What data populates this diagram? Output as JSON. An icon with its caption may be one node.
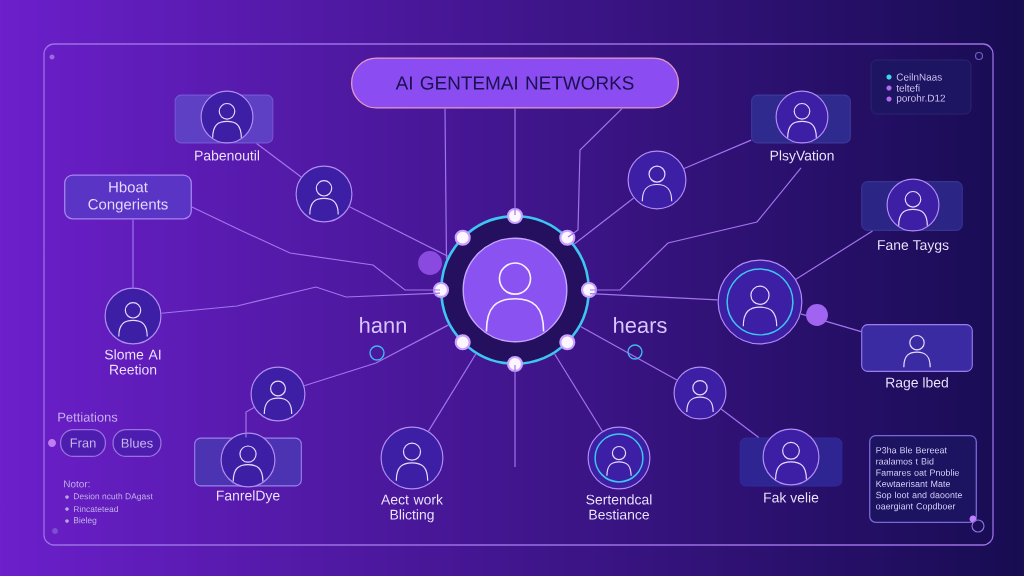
{
  "diagram": {
    "nodes": [
      {
        "text": [
          "AI GENTEMAI NETWORKS"
        ]
      },
      {
        "text": [
          "Pabenoutil"
        ]
      },
      {
        "text": [
          "PlsyVation"
        ]
      },
      {
        "text": [
          "Hboat Congerients"
        ]
      },
      {
        "text": [],
        "shape": "circle"
      },
      {
        "text": [],
        "shape": "circle"
      },
      {
        "text": [
          "Fane Taygs"
        ]
      },
      {
        "text": [],
        "shape": "circle"
      },
      {
        "text": [
          "Slome AI Reetion"
        ]
      },
      {
        "text": [],
        "shape": "circle"
      },
      {
        "text": [
          "Rage lbed"
        ]
      },
      {
        "text": [],
        "shape": "circle"
      },
      {
        "text": [],
        "shape": "circle"
      },
      {
        "text": [
          "FanrelDye"
        ]
      },
      {
        "text": [
          "Aect work Blicting"
        ]
      },
      {
        "text": [
          "Sertendcal Bestiance"
        ]
      },
      {
        "text": [
          "Fak velie"
        ]
      },
      {
        "text": [
          "Fran"
        ]
      },
      {
        "text": [
          "Blues"
        ]
      },
      {
        "text": [
          "P3ha Ble Bereeat raalamos t Bid Famares oat Pnoblie Kewtaerisant Mate Sop loot and daoonte oaergiant Copdboer"
        ]
      }
    ],
    "edges": [
      {
        "from": 0,
        "to": 7,
        "arrow": "none"
      },
      {
        "from": 0,
        "to": 7,
        "arrow": "none"
      },
      {
        "from": 0,
        "to": 7,
        "arrow": "none"
      },
      {
        "from": 1,
        "to": 4,
        "arrow": "none"
      },
      {
        "from": 4,
        "to": 7,
        "arrow": "none"
      },
      {
        "from": 3,
        "to": 7,
        "arrow": "none"
      },
      {
        "from": 3,
        "to": 8,
        "arrow": "none"
      },
      {
        "from": 8,
        "to": 7,
        "arrow": "none"
      },
      {
        "from": 2,
        "to": 5,
        "arrow": "none"
      },
      {
        "from": 5,
        "to": 7,
        "arrow": "none"
      },
      {
        "from": 2,
        "to": 7,
        "arrow": "none"
      },
      {
        "from": 6,
        "to": 9,
        "arrow": "none"
      },
      {
        "from": 7,
        "to": 9,
        "arrow": "none"
      },
      {
        "from": 9,
        "to": 10,
        "arrow": "none"
      },
      {
        "from": 11,
        "to": 7,
        "arrow": "none"
      },
      {
        "from": 11,
        "to": 13,
        "arrow": "none"
      },
      {
        "from": 7,
        "to": 14,
        "arrow": "none"
      },
      {
        "from": 7,
        "to": null,
        "arrow": "none"
      },
      {
        "from": 7,
        "to": 15,
        "arrow": "none"
      },
      {
        "from": 7,
        "to": 12,
        "arrow": "none"
      },
      {
        "from": 12,
        "to": 16,
        "arrow": "none"
      }
    ],
    "labels": [
      "hann",
      "hears",
      "Pettiations",
      "Notor:",
      "Desion ncuth DAgast",
      "Rincatetead",
      "Bieleg"
    ],
    "legend": [
      {
        "text": "CeilnNaas",
        "color": "#3fd8e8"
      },
      {
        "text": "teltefi",
        "color": "#b46af0"
      },
      {
        "text": "porohr.D12",
        "color": "#b46af0"
      }
    ]
  }
}
